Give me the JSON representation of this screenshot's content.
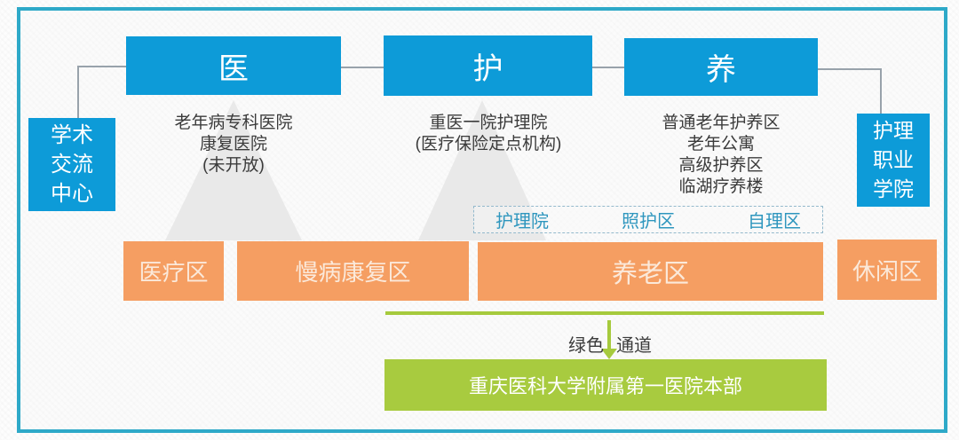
{
  "palette": {
    "frame_border": "#2ea9c8",
    "node_blue": "#0d9bd8",
    "zone_orange": "#f59e62",
    "channel_green": "#a6ca3d",
    "detail_text": "#3b3b3b",
    "subzone_text": "#2e96be",
    "connector_gray": "#98a2ab",
    "triangle_gray": "#e9e9e9"
  },
  "pillars": {
    "yi": "医",
    "hu": "护",
    "yang": "养"
  },
  "side_nodes": {
    "academic_center": "学术\n交流\n中心",
    "nursing_college": "护理\n职业\n学院"
  },
  "details": {
    "yi": "老年病专科医院\n康复医院\n(未开放)",
    "hu": "重医一院护理院\n(医疗保险定点机构)",
    "yang": "普通老年护养区\n老年公寓\n高级护养区\n临湖疗养楼"
  },
  "subzones": [
    "护理院",
    "照护区",
    "自理区"
  ],
  "zones": {
    "medical": "医疗区",
    "chronic_rehab": "慢病康复区",
    "elderly_care": "养老区",
    "leisure": "休闲区"
  },
  "channel": {
    "label_left": "绿色",
    "label_right": "通道"
  },
  "hospital_base": "重庆医科大学附属第一医院本部"
}
